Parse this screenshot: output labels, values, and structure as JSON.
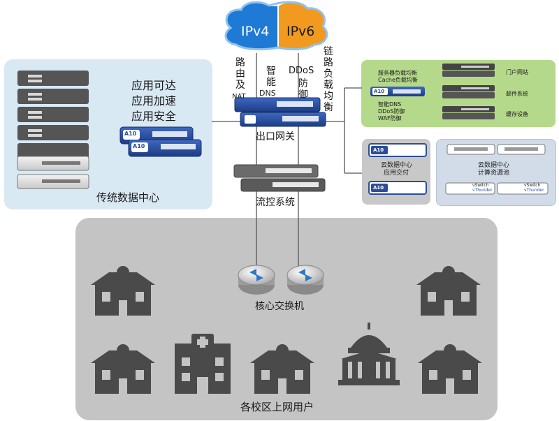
{
  "cloud": {
    "ipv4": "IPv4",
    "ipv6": "IPv6"
  },
  "gateway": {
    "label": "出口网关",
    "functions": [
      {
        "text": "路由及",
        "sub": "NAT"
      },
      {
        "text": "智能",
        "sub": "DNS"
      },
      {
        "text": "DDoS",
        "sub": "防御"
      },
      {
        "text": "链路负载均衡",
        "sub": ""
      }
    ]
  },
  "traditional_dc": {
    "label": "传统数据中心",
    "capabilities": [
      "应用可达",
      "应用加速",
      "应用安全"
    ]
  },
  "services": {
    "adc_labels": [
      "服务器负载均衡",
      "Cache负载均衡"
    ],
    "security_labels": [
      "智能DNS",
      "DDoS防御",
      "WAF防御"
    ],
    "servers": [
      "门户网站",
      "邮件系统",
      "缓存设备"
    ]
  },
  "cloud_dc_delivery": {
    "line1": "云数据中心",
    "line2": "应用交付"
  },
  "cloud_dc_compute": {
    "line1": "云数据中心",
    "line2": "计算资源池",
    "vswitch_label": "vSwitch",
    "vthunder_label": "vThunder"
  },
  "device_badge": "A10",
  "flow_control": {
    "label": "流控系统"
  },
  "campus": {
    "core_switch_label": "核心交换机",
    "users_label": "各校区上网用户",
    "buildings": [
      "school-building",
      "school-building",
      "school-building",
      "hospital-building",
      "school-building",
      "government-building",
      "school-building"
    ]
  },
  "colors": {
    "light_blue_panel": "#d9e9f4",
    "green_panel": "#b5d98a",
    "gray_panel": "#c8c8c8",
    "campus_panel": "#c4c4c4",
    "device_blue": "#2b4d9c",
    "cloud_blue": "#1e7ad4",
    "cloud_orange": "#f29a1f"
  }
}
